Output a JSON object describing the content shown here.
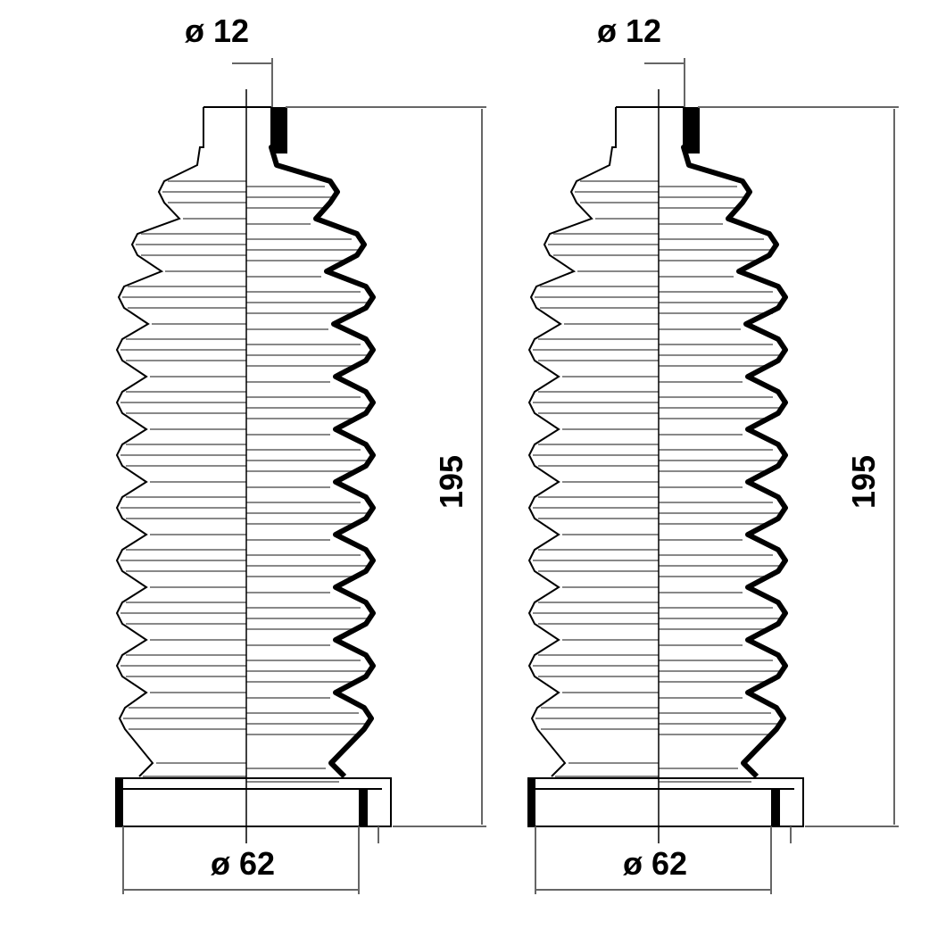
{
  "drawings": [
    {
      "name": "boot-left",
      "top_diameter": "ø 12",
      "bottom_diameter": "ø 62",
      "height": "195"
    },
    {
      "name": "boot-right",
      "top_diameter": "ø 12",
      "bottom_diameter": "ø 62",
      "height": "195"
    }
  ],
  "colors": {
    "outline": "#000000",
    "fold_lines": "#888888",
    "dimension": "#666666"
  }
}
